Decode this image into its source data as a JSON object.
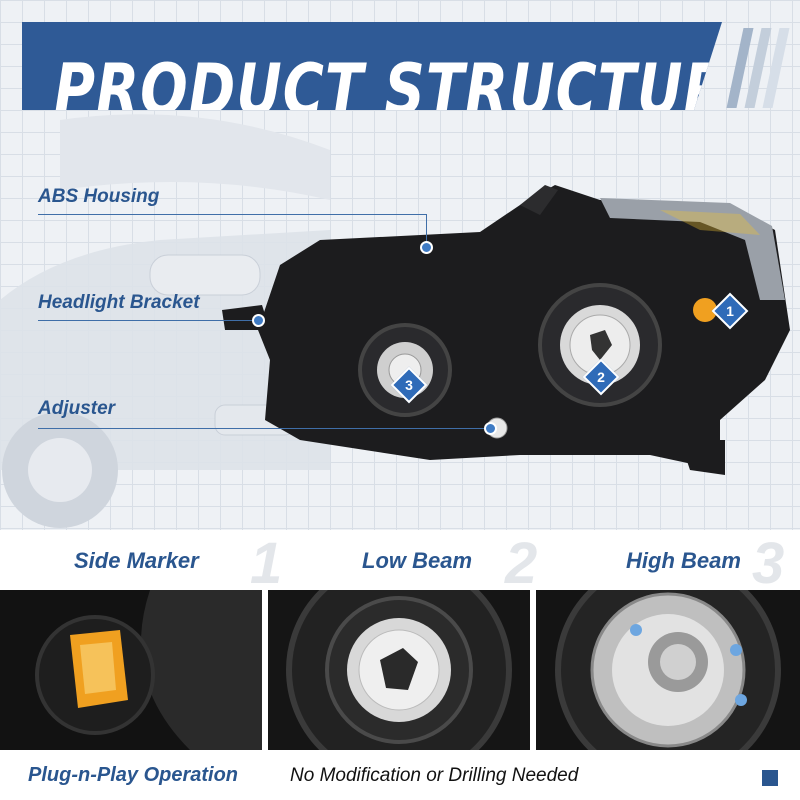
{
  "banner": {
    "title": "PRODUCT STRUCTURE"
  },
  "callouts": [
    {
      "label": "ABS Housing"
    },
    {
      "label": "Headlight Bracket"
    },
    {
      "label": "Adjuster"
    }
  ],
  "badges": [
    "1",
    "2",
    "3"
  ],
  "parts": [
    {
      "name": "Side Marker",
      "number": "1"
    },
    {
      "name": "Low Beam",
      "number": "2"
    },
    {
      "name": "High Beam",
      "number": "3"
    }
  ],
  "footer": {
    "highlight": "Plug-n-Play Operation",
    "text": "No Modification or Drilling Needed"
  },
  "colors": {
    "accent": "#2f5a96",
    "amber": "#f0a020",
    "housing": "#1c1c1e"
  }
}
